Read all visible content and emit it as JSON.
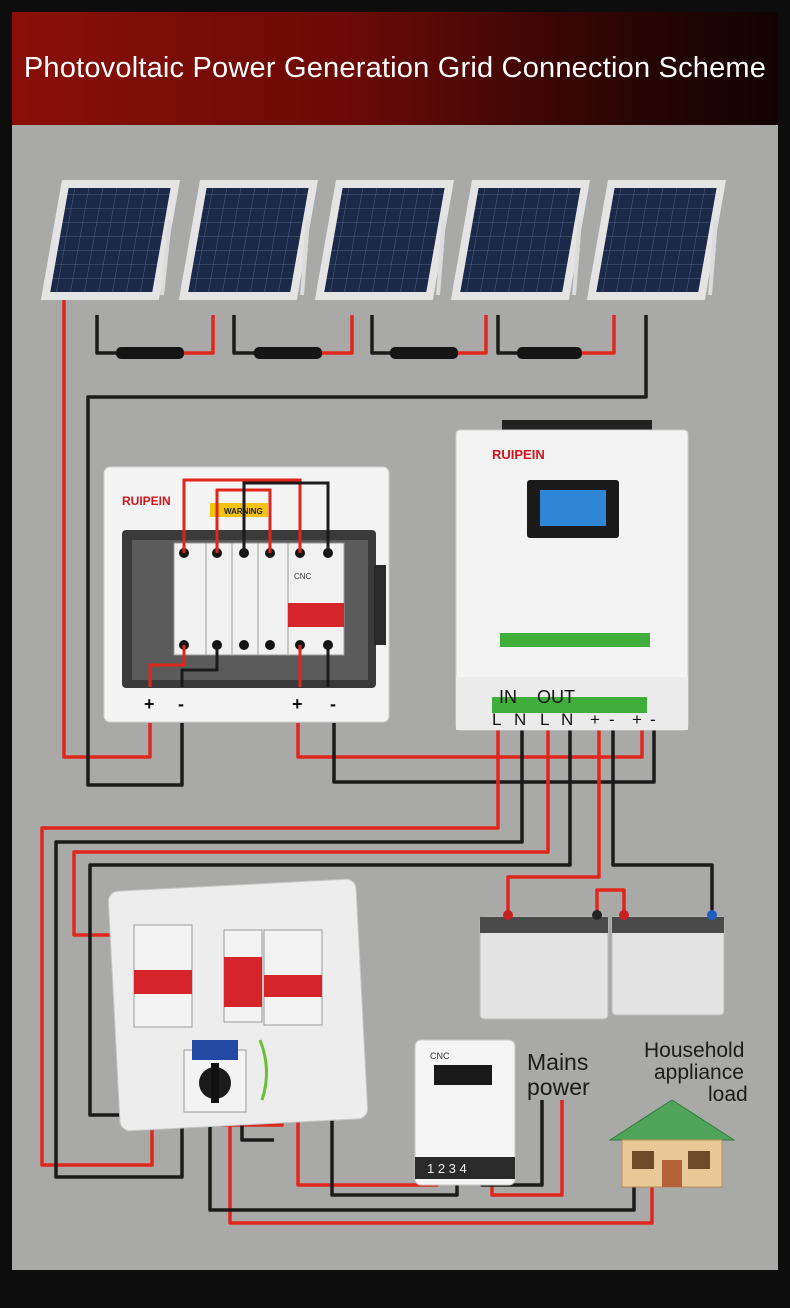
{
  "title": "Photovoltaic Power Generation Grid Connection Scheme",
  "combiner_box": {
    "brand": "RUIPEIN",
    "warning_label": "WARNING",
    "terminals": [
      "+",
      "-",
      "+",
      "-"
    ],
    "breaker_brand": "CNC"
  },
  "inverter": {
    "brand": "RUIPEIN",
    "in_label": "IN",
    "out_label": "OUT",
    "terminals": [
      "L",
      "N",
      "L",
      "N",
      "+",
      "-",
      "+",
      "-"
    ]
  },
  "meter": {
    "brand": "CNC",
    "terminals": "1 2 3 4"
  },
  "labels": {
    "mains_line1": "Mains",
    "mains_line2": "power",
    "load_line1": "Household",
    "load_line2": "appliance",
    "load_line3": "load"
  },
  "colors": {
    "header_red": "#8a0f08",
    "wire_red": "#e0261b",
    "wire_black": "#1b1b1b",
    "background": "#a9aaa8",
    "inverter_green": "#3fae3a"
  }
}
